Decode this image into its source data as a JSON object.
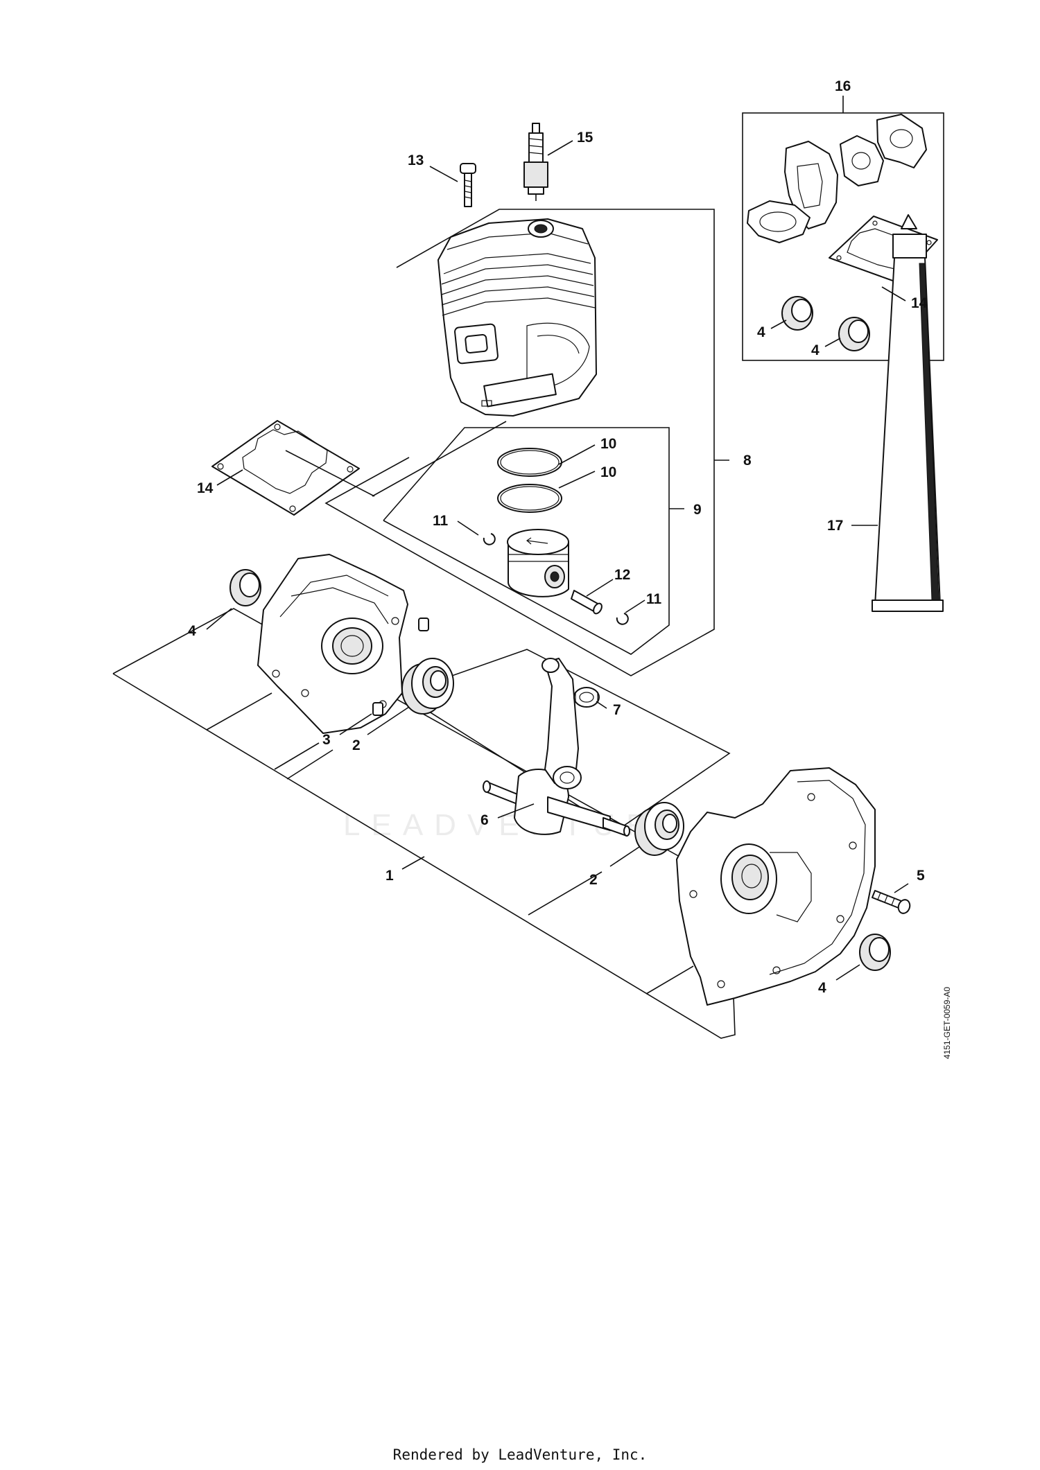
{
  "diagram": {
    "callouts": {
      "c1": "1",
      "c2a": "2",
      "c2b": "2",
      "c3": "3",
      "c4a": "4",
      "c4b": "4",
      "c4c": "4",
      "c4d": "4",
      "c5": "5",
      "c6": "6",
      "c7": "7",
      "c8": "8",
      "c9": "9",
      "c10a": "10",
      "c10b": "10",
      "c11a": "11",
      "c11b": "11",
      "c12": "12",
      "c13": "13",
      "c14a": "14",
      "c14b": "14",
      "c15": "15",
      "c16": "16",
      "c17": "17"
    },
    "doc_id": "4151-GET-0059-A0",
    "watermark": "LEADVENTURE"
  },
  "footer": {
    "text": "Rendered by LeadVenture, Inc."
  }
}
